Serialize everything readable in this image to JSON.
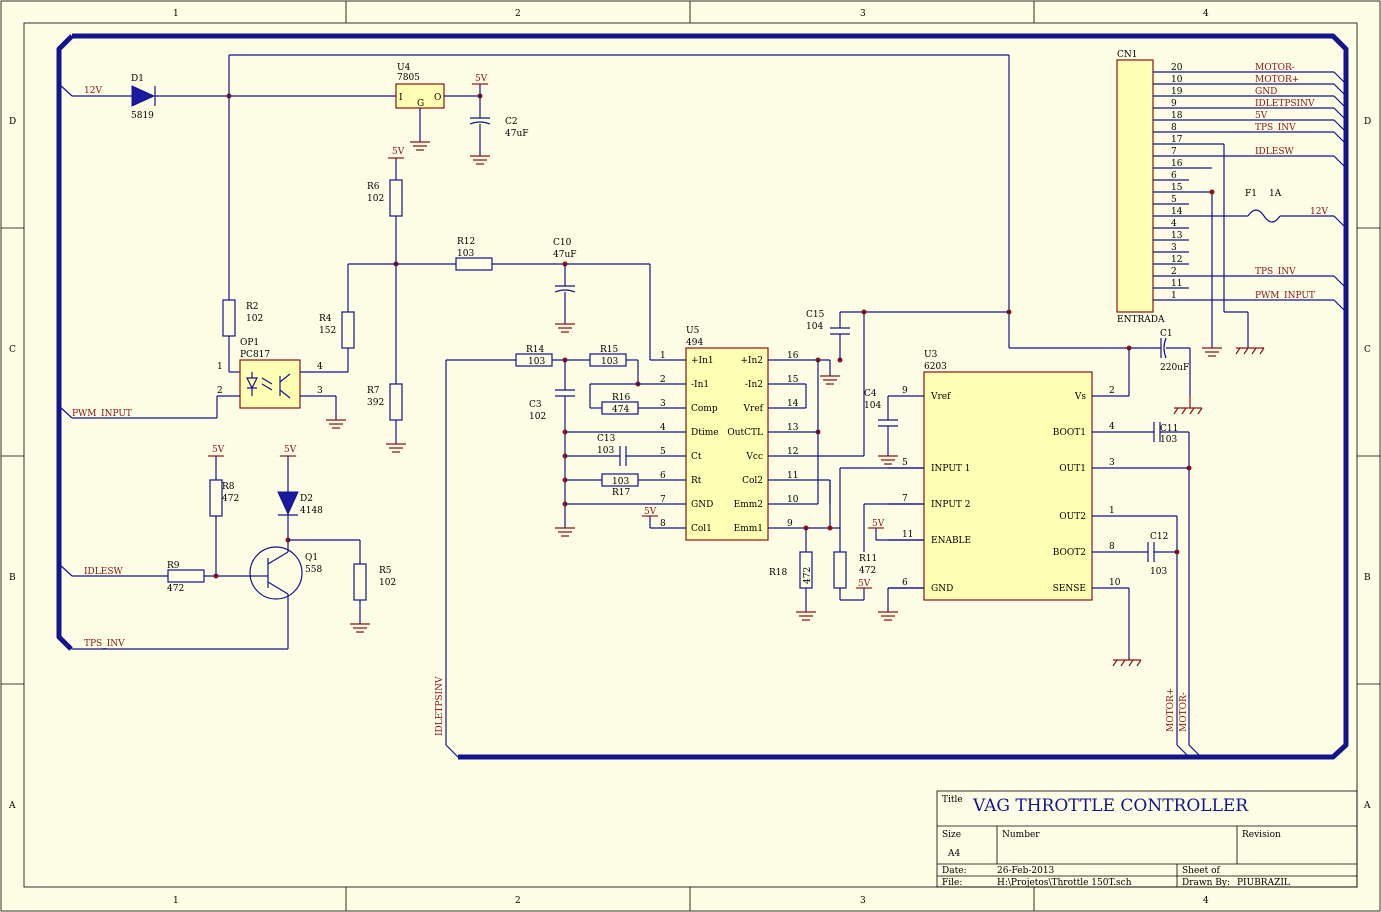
{
  "frame": {
    "cols": [
      "1",
      "2",
      "3",
      "4"
    ],
    "rows": [
      "D",
      "C",
      "B",
      "A"
    ]
  },
  "title_block": {
    "title_label": "Title",
    "title": "VAG THROTTLE CONTROLLER",
    "size_label": "Size",
    "size": "A4",
    "number_label": "Number",
    "revision_label": "Revision",
    "date_label": "Date:",
    "date": "26-Feb-2013",
    "sheet_label": "Sheet    of",
    "file_label": "File:",
    "file": "H:\\Projetos\\Throttle 150T.sch",
    "drawn_label": "Drawn By:",
    "drawn": "PIUBRAZIL"
  },
  "components": {
    "D1": {
      "ref": "D1",
      "value": "5819"
    },
    "D2": {
      "ref": "D2",
      "value": "4148"
    },
    "U4": {
      "ref": "U4",
      "value": "7805",
      "pins": [
        "I",
        "G",
        "O"
      ]
    },
    "C2": {
      "ref": "C2",
      "value": "47uF"
    },
    "R6": {
      "ref": "R6",
      "value": "102"
    },
    "R2": {
      "ref": "R2",
      "value": "102"
    },
    "R4": {
      "ref": "R4",
      "value": "152"
    },
    "R7": {
      "ref": "R7",
      "value": "392"
    },
    "R12": {
      "ref": "R12",
      "value": "103"
    },
    "C10": {
      "ref": "C10",
      "value": "47uF"
    },
    "OP1": {
      "ref": "OP1",
      "value": "PC817"
    },
    "R8": {
      "ref": "R8",
      "value": "472"
    },
    "R9": {
      "ref": "R9",
      "value": "472"
    },
    "Q1": {
      "ref": "Q1",
      "value": "558"
    },
    "R5": {
      "ref": "R5",
      "value": "102"
    },
    "U5": {
      "ref": "U5",
      "value": "494"
    },
    "R14": {
      "ref": "R14",
      "value": "103"
    },
    "R15": {
      "ref": "R15",
      "value": "103"
    },
    "R16": {
      "ref": "R16",
      "value": "474"
    },
    "R17": {
      "ref": "R17",
      "value": "103"
    },
    "C3": {
      "ref": "C3",
      "value": "102"
    },
    "C13": {
      "ref": "C13",
      "value": "103"
    },
    "C15": {
      "ref": "C15",
      "value": "104"
    },
    "C4": {
      "ref": "C4",
      "value": "104"
    },
    "R18": {
      "ref": "R18",
      "value": "472"
    },
    "R11": {
      "ref": "R11",
      "value": "472"
    },
    "U3": {
      "ref": "U3",
      "value": "6203"
    },
    "C1": {
      "ref": "C1",
      "value": "220uF"
    },
    "C11": {
      "ref": "C11",
      "value": "103"
    },
    "C12": {
      "ref": "C12",
      "value": "103"
    },
    "CN1": {
      "ref": "CN1",
      "value": "ENTRADA"
    },
    "F1": {
      "ref": "F1",
      "value": "1A"
    }
  },
  "u5_pins": {
    "left": [
      {
        "num": "1",
        "name": "+In1"
      },
      {
        "num": "2",
        "name": "-In1"
      },
      {
        "num": "3",
        "name": "Comp"
      },
      {
        "num": "4",
        "name": "Dtime"
      },
      {
        "num": "5",
        "name": "Ct"
      },
      {
        "num": "6",
        "name": "Rt"
      },
      {
        "num": "7",
        "name": "GND"
      },
      {
        "num": "8",
        "name": "Col1"
      }
    ],
    "right": [
      {
        "num": "16",
        "name": "+In2"
      },
      {
        "num": "15",
        "name": "-In2"
      },
      {
        "num": "14",
        "name": "Vref"
      },
      {
        "num": "13",
        "name": "OutCTL"
      },
      {
        "num": "12",
        "name": "Vcc"
      },
      {
        "num": "11",
        "name": "Col2"
      },
      {
        "num": "10",
        "name": "Emm2"
      },
      {
        "num": "9",
        "name": "Emm1"
      }
    ]
  },
  "u3_pins": {
    "left": [
      {
        "num": "9",
        "name": "Vref"
      },
      {
        "num": "5",
        "name": "INPUT 1"
      },
      {
        "num": "7",
        "name": "INPUT 2"
      },
      {
        "num": "11",
        "name": "ENABLE"
      },
      {
        "num": "6",
        "name": "GND"
      }
    ],
    "right": [
      {
        "num": "2",
        "name": "Vs"
      },
      {
        "num": "4",
        "name": "BOOT1"
      },
      {
        "num": "3",
        "name": "OUT1"
      },
      {
        "num": "1",
        "name": "OUT2"
      },
      {
        "num": "8",
        "name": "BOOT2"
      },
      {
        "num": "10",
        "name": "SENSE"
      }
    ]
  },
  "cn1_pins": [
    {
      "num": "20",
      "net": "MOTOR-"
    },
    {
      "num": "10",
      "net": "MOTOR+"
    },
    {
      "num": "19",
      "net": "GND"
    },
    {
      "num": "9",
      "net": "IDLETPSINV"
    },
    {
      "num": "18",
      "net": "5V"
    },
    {
      "num": "8",
      "net": "TPS_INV"
    },
    {
      "num": "17",
      "net": ""
    },
    {
      "num": "7",
      "net": "IDLESW"
    },
    {
      "num": "16",
      "net": ""
    },
    {
      "num": "6",
      "net": ""
    },
    {
      "num": "15",
      "net": ""
    },
    {
      "num": "5",
      "net": ""
    },
    {
      "num": "14",
      "net": ""
    },
    {
      "num": "4",
      "net": ""
    },
    {
      "num": "13",
      "net": ""
    },
    {
      "num": "3",
      "net": ""
    },
    {
      "num": "12",
      "net": ""
    },
    {
      "num": "2",
      "net": "TPS_INV"
    },
    {
      "num": "11",
      "net": ""
    },
    {
      "num": "1",
      "net": "PWM_INPUT"
    }
  ],
  "nets": {
    "v12": "12V",
    "v5": "5V",
    "pwm_input": "PWM_INPUT",
    "idlesw": "IDLESW",
    "tps_inv": "TPS_INV",
    "idletpsinv": "IDLETPSINV",
    "motor_plus": "MOTOR+",
    "motor_minus": "MOTOR-"
  },
  "pin_numbers": {
    "op1": [
      "1",
      "2",
      "3",
      "4"
    ],
    "c4_pin": "9",
    "c1_pin": "2"
  }
}
